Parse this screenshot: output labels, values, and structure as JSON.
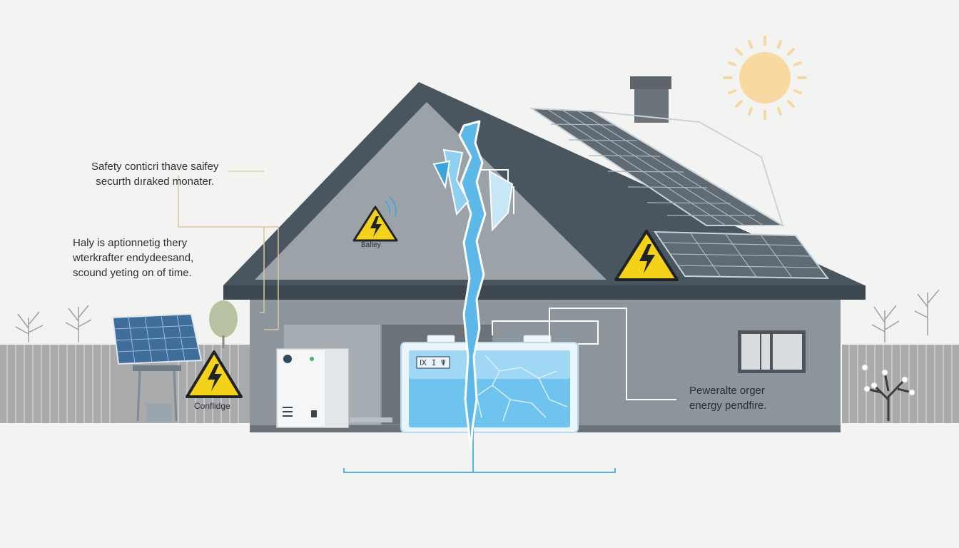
{
  "annotations": {
    "safety": [
      "Safety conticri thave saifey",
      "securth dıraked monater."
    ],
    "haly": [
      "Haly is aptionnetig thery",
      "wterkrafter endydeesand,",
      "scound yeting on of time."
    ],
    "energy": [
      "Peweralte orger",
      "energy pendfire."
    ]
  },
  "labels": {
    "battery": "Baltey",
    "configure": "Conflidge",
    "battery_display": "Ⅸ Ι Ψ"
  },
  "icons": [
    "sun-icon",
    "warning-icon",
    "wifi-signal-icon",
    "solar-panel-icon",
    "lightning-crack-icon"
  ],
  "colors": {
    "background": "#f3f3f1",
    "roof": "#4a565f",
    "wall": "#8c959c",
    "warning": "#f5d21a",
    "battery": "#6ec4ef",
    "sun": "#f9d8a2"
  }
}
